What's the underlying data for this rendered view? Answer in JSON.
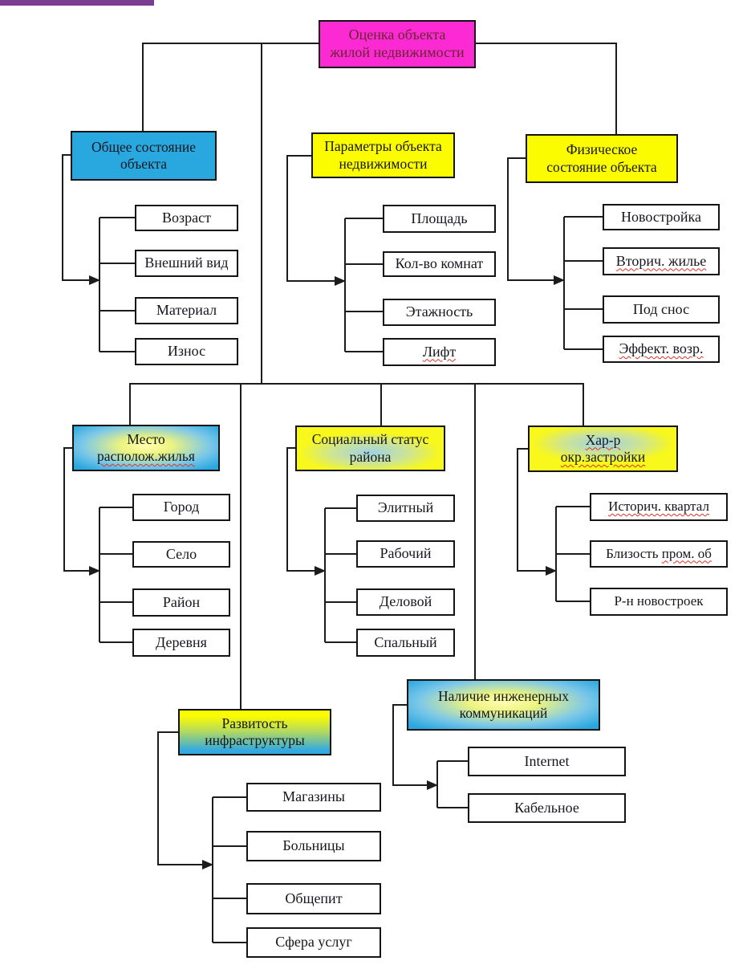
{
  "diagram": {
    "root": {
      "line1": "Оценка объекта",
      "line2": "жилой недвижимости"
    },
    "colors": {
      "magenta": "#fb2ad2",
      "blue": "#29a8e0",
      "yellow": "#fcfc00",
      "purple_bar": "#7a3d91",
      "spellcheck_red": "#e03123",
      "line": "#1c1c1c"
    },
    "groups": {
      "general": {
        "title1": "Общее состояние",
        "title2": "объекта",
        "children": [
          {
            "label": "Возраст"
          },
          {
            "label": "Внешний вид"
          },
          {
            "label": "Материал"
          },
          {
            "label": "Износ"
          }
        ]
      },
      "params": {
        "title1": "Параметры объекта",
        "title2": "недвижимости",
        "children": [
          {
            "label": "Площадь"
          },
          {
            "label": "Кол-во комнат"
          },
          {
            "label": "Этажность"
          },
          {
            "label": "Лифт"
          }
        ]
      },
      "physical": {
        "title1": "Физическое",
        "title2": "состояние объекта",
        "children": [
          {
            "label": "Новостройка"
          },
          {
            "label": "Вторич. жилье"
          },
          {
            "label": "Под снос"
          },
          {
            "label": "Эффект. возр."
          }
        ]
      },
      "location": {
        "title1": "Место",
        "title2": "располож.жилья",
        "children": [
          {
            "label": "Город"
          },
          {
            "label": "Село"
          },
          {
            "label": "Район"
          },
          {
            "label": "Деревня"
          }
        ]
      },
      "social": {
        "title1": "Социальный статус",
        "title2": "района",
        "children": [
          {
            "label": "Элитный"
          },
          {
            "label": "Рабочий"
          },
          {
            "label": "Деловой"
          },
          {
            "label": "Спальный"
          }
        ]
      },
      "surroundings": {
        "title1": "Хар-р",
        "title2": "окр.застройки",
        "children": [
          {
            "label": "Историч. квартал"
          },
          {
            "label_plain": "Близость ",
            "label_wavy": "пром. об"
          },
          {
            "label": "Р-н новостроек"
          }
        ]
      },
      "infrastructure": {
        "title1": "Развитость",
        "title2": "инфраструктуры",
        "children": [
          {
            "label": "Магазины"
          },
          {
            "label": "Больницы"
          },
          {
            "label": "Общепит"
          },
          {
            "label": "Сфера услуг"
          }
        ]
      },
      "utilities": {
        "title1": "Наличие инженерных",
        "title2": "коммуникаций",
        "children": [
          {
            "label": "Internet"
          },
          {
            "label": "Кабельное"
          }
        ]
      }
    }
  }
}
